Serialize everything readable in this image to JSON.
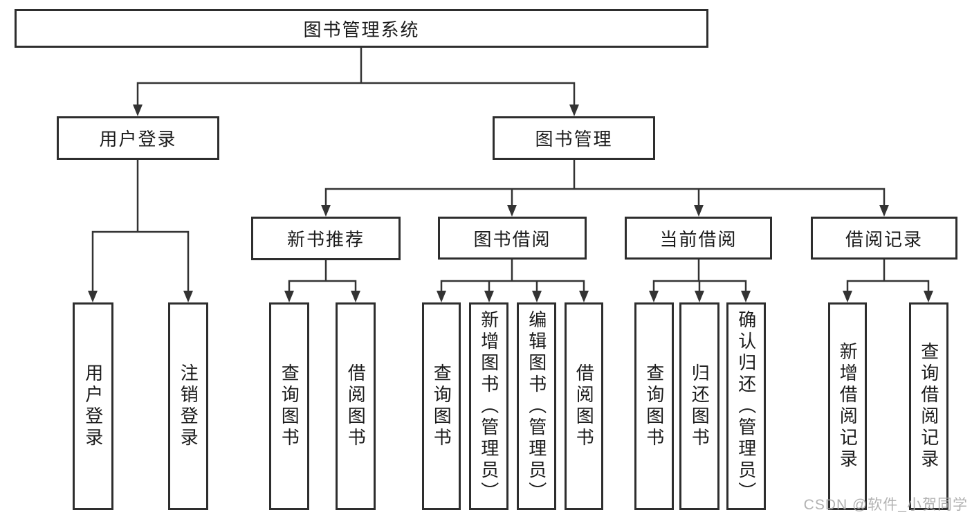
{
  "tree": {
    "label": "图书管理系统",
    "children": [
      {
        "label": "用户登录",
        "children": [
          {
            "label": "用户登录"
          },
          {
            "label": "注销登录"
          }
        ]
      },
      {
        "label": "图书管理",
        "children": [
          {
            "label": "新书推荐",
            "children": [
              {
                "label": "查询图书"
              },
              {
                "label": "借阅图书"
              }
            ]
          },
          {
            "label": "图书借阅",
            "children": [
              {
                "label": "查询图书"
              },
              {
                "label": "新增图书（管理员）"
              },
              {
                "label": "编辑图书（管理员）"
              },
              {
                "label": "借阅图书"
              }
            ]
          },
          {
            "label": "当前借阅",
            "children": [
              {
                "label": "查询图书"
              },
              {
                "label": "归还图书"
              },
              {
                "label": "确认归还（管理员）"
              }
            ]
          },
          {
            "label": "借阅记录",
            "children": [
              {
                "label": "新增借阅记录"
              },
              {
                "label": "查询借阅记录"
              }
            ]
          }
        ]
      }
    ]
  },
  "watermark": "CSDN @软件_小贺同学",
  "colors": {
    "line": "#333333",
    "box_border": "#2e2e2e",
    "text": "#1b1b1b",
    "watermark": "#aaaaaa",
    "background": "#ffffff"
  }
}
